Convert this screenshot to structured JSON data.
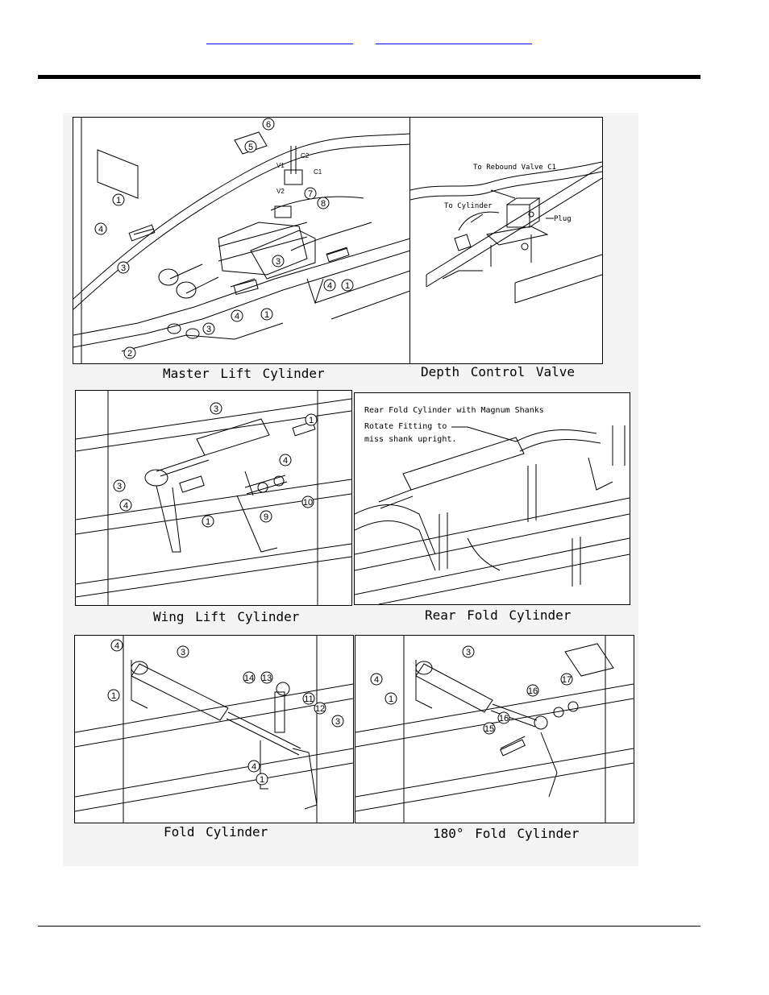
{
  "header": {
    "links": [
      {
        "label": ""
      },
      {
        "label": ""
      }
    ]
  },
  "panels": {
    "master_lift": {
      "caption": "Master Lift Cylinder",
      "callouts": [
        "1",
        "4",
        "3",
        "2",
        "3",
        "4",
        "1",
        "5",
        "6",
        "7",
        "8",
        "3",
        "4",
        "1"
      ],
      "port_labels": [
        "V1",
        "V2",
        "C2",
        "C1"
      ]
    },
    "depth_control": {
      "caption": "Depth Control Valve",
      "labels": [
        "To Rebound Valve C1",
        "To Cylinder",
        "Plug"
      ]
    },
    "wing_lift": {
      "caption": "Wing Lift Cylinder",
      "callouts": [
        "3",
        "1",
        "4",
        "3",
        "4",
        "1",
        "9",
        "10"
      ]
    },
    "rear_fold": {
      "caption": "Rear Fold Cylinder",
      "notes": [
        "Rear Fold Cylinder with Magnum Shanks",
        "Rotate Fitting to",
        "miss shank upright."
      ]
    },
    "fold": {
      "caption": "Fold Cylinder",
      "callouts": [
        "4",
        "3",
        "1",
        "14",
        "13",
        "11",
        "12",
        "3",
        "4",
        "1"
      ]
    },
    "fold_180": {
      "caption": "180° Fold Cylinder",
      "callouts": [
        "3",
        "4",
        "1",
        "16",
        "17",
        "16",
        "15"
      ]
    }
  }
}
